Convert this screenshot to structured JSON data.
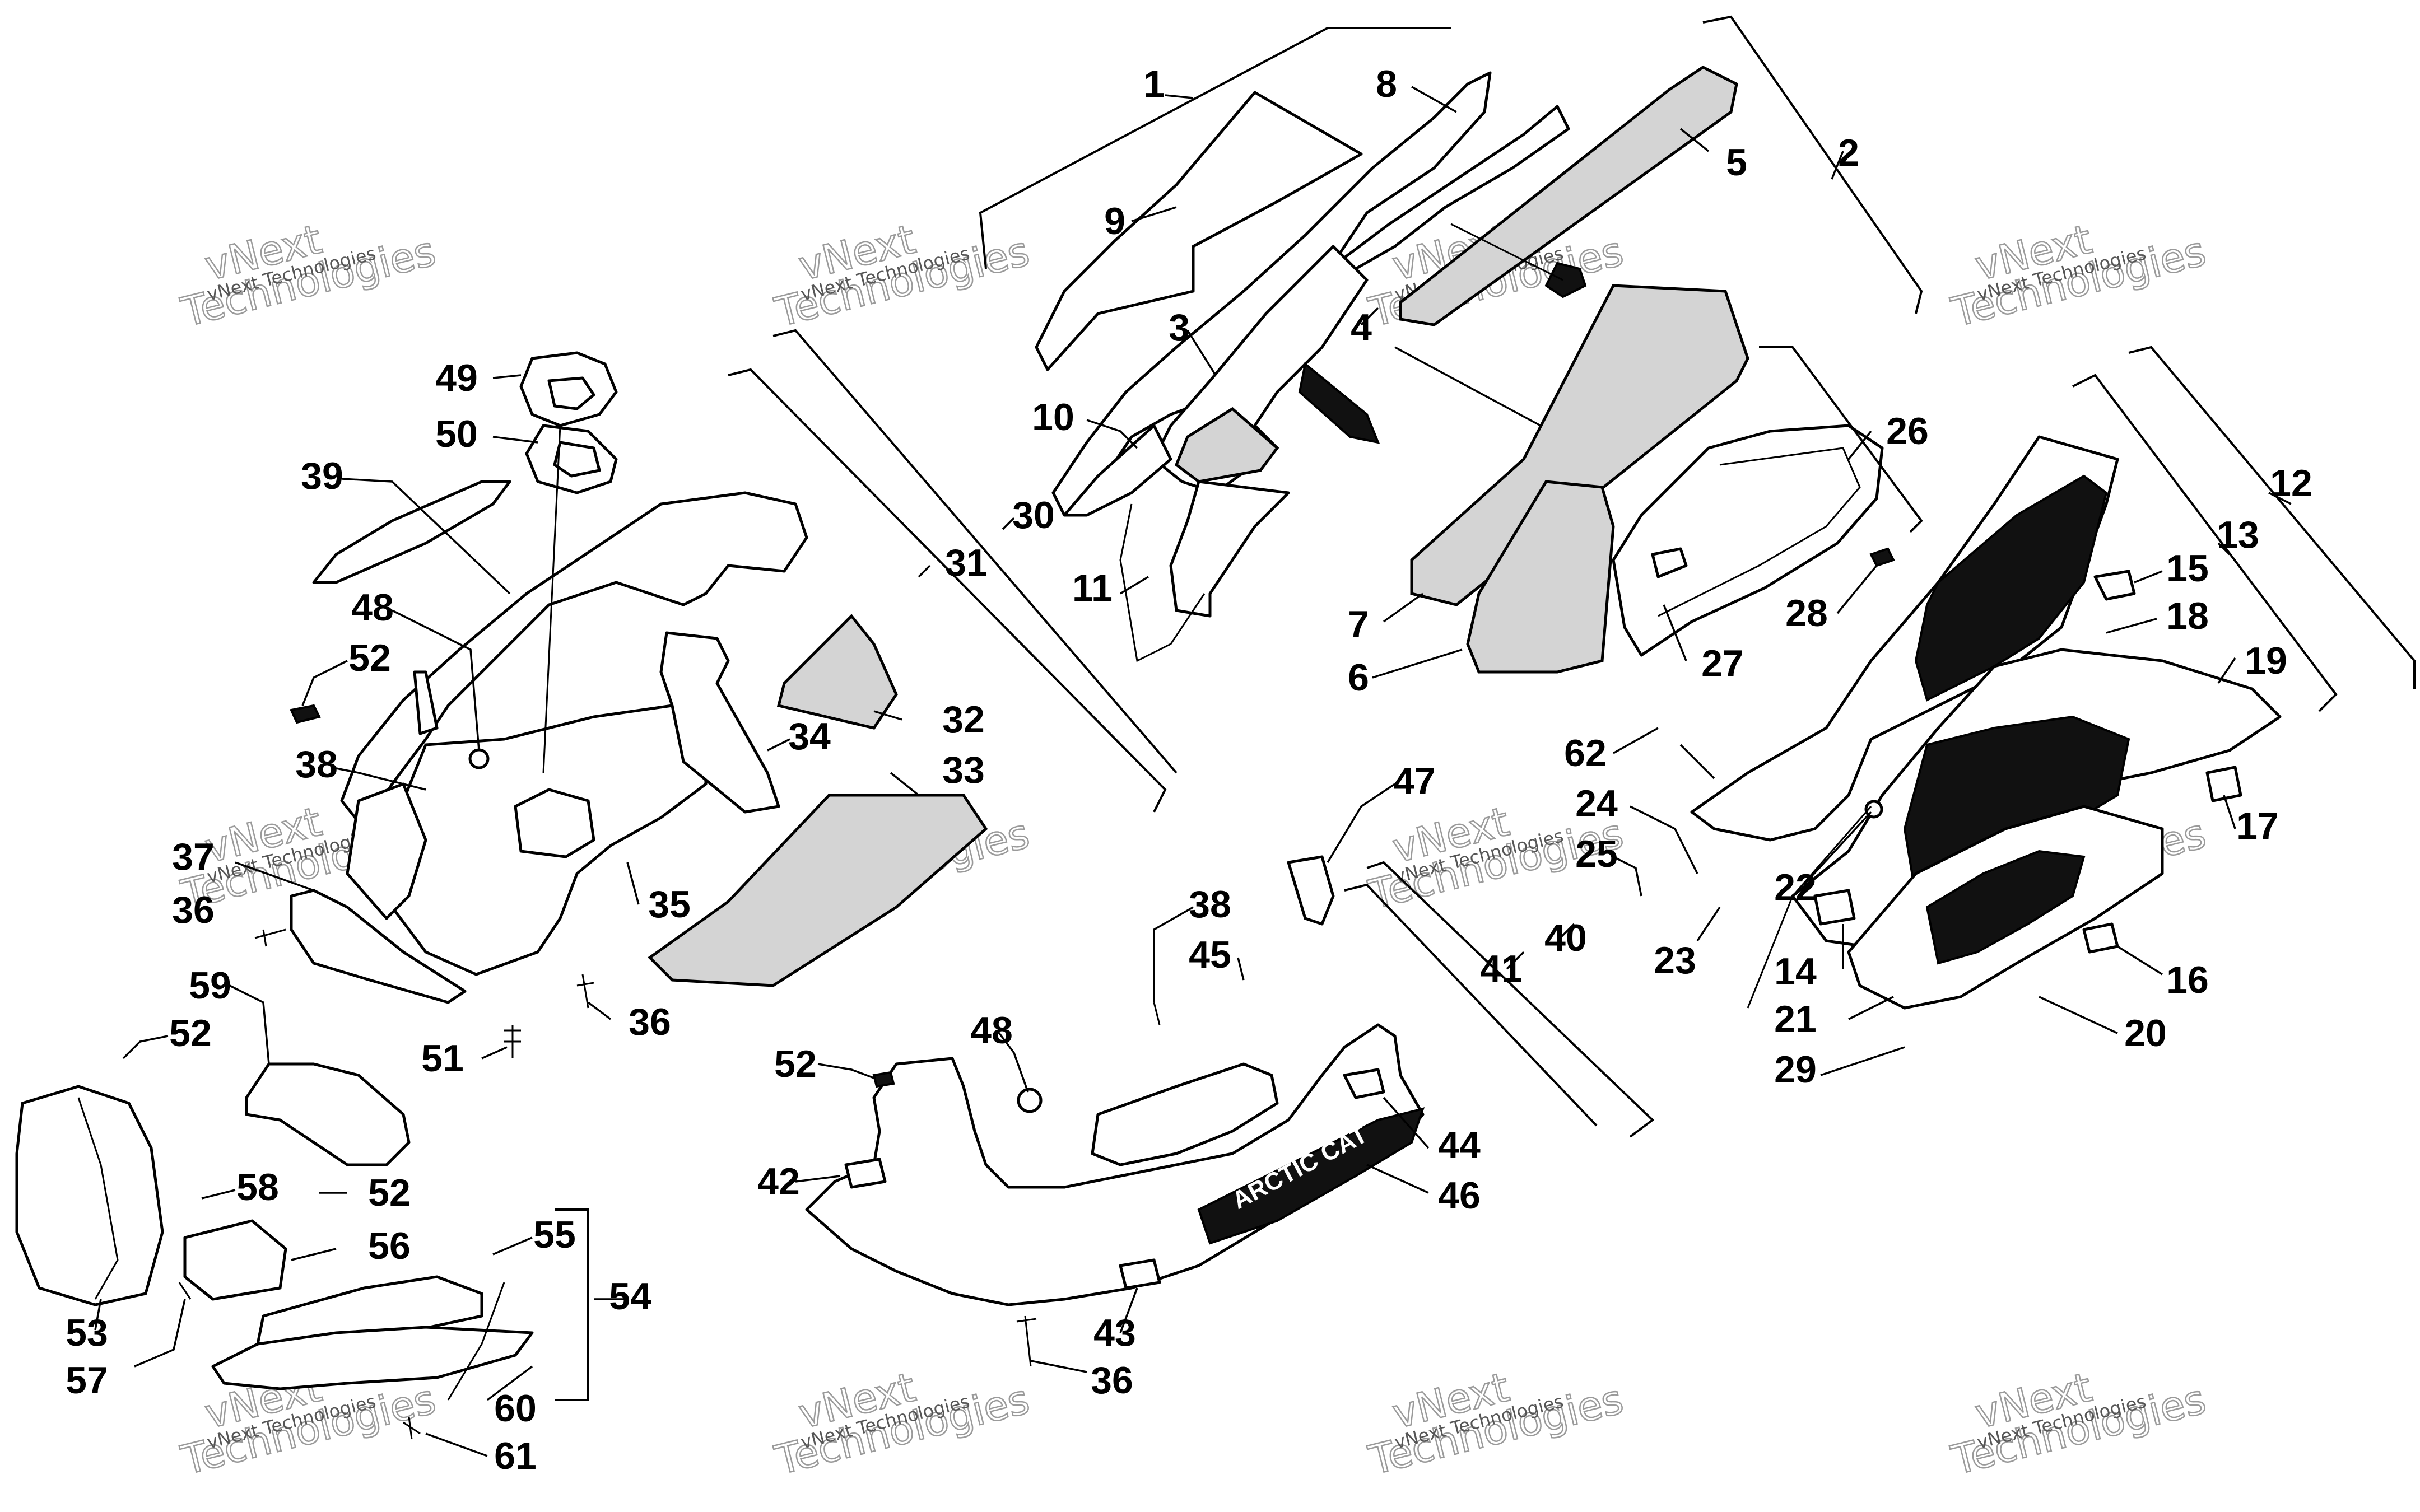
{
  "watermark": {
    "line1": "vNext",
    "line2": "Technologies",
    "small": "vNext Technologies"
  },
  "brand": {
    "logo_text": "ARCTIC CAT"
  },
  "callouts": [
    "1",
    "2",
    "3",
    "4",
    "5",
    "6",
    "7",
    "8",
    "9",
    "10",
    "11",
    "12",
    "13",
    "14",
    "15",
    "16",
    "17",
    "18",
    "19",
    "20",
    "21",
    "22",
    "23",
    "24",
    "25",
    "26",
    "27",
    "28",
    "29",
    "30",
    "31",
    "32",
    "33",
    "34",
    "35",
    "36",
    "37",
    "38",
    "39",
    "40",
    "41",
    "42",
    "43",
    "44",
    "45",
    "46",
    "47",
    "48",
    "49",
    "50",
    "51",
    "52",
    "53",
    "54",
    "55",
    "56",
    "57",
    "58",
    "59",
    "60",
    "61",
    "62"
  ],
  "repeated_callouts": {
    "36": [
      "36",
      "36",
      "36"
    ],
    "38": [
      "38",
      "38"
    ],
    "48": [
      "48",
      "48"
    ],
    "52": [
      "52",
      "52",
      "52",
      "52"
    ]
  }
}
